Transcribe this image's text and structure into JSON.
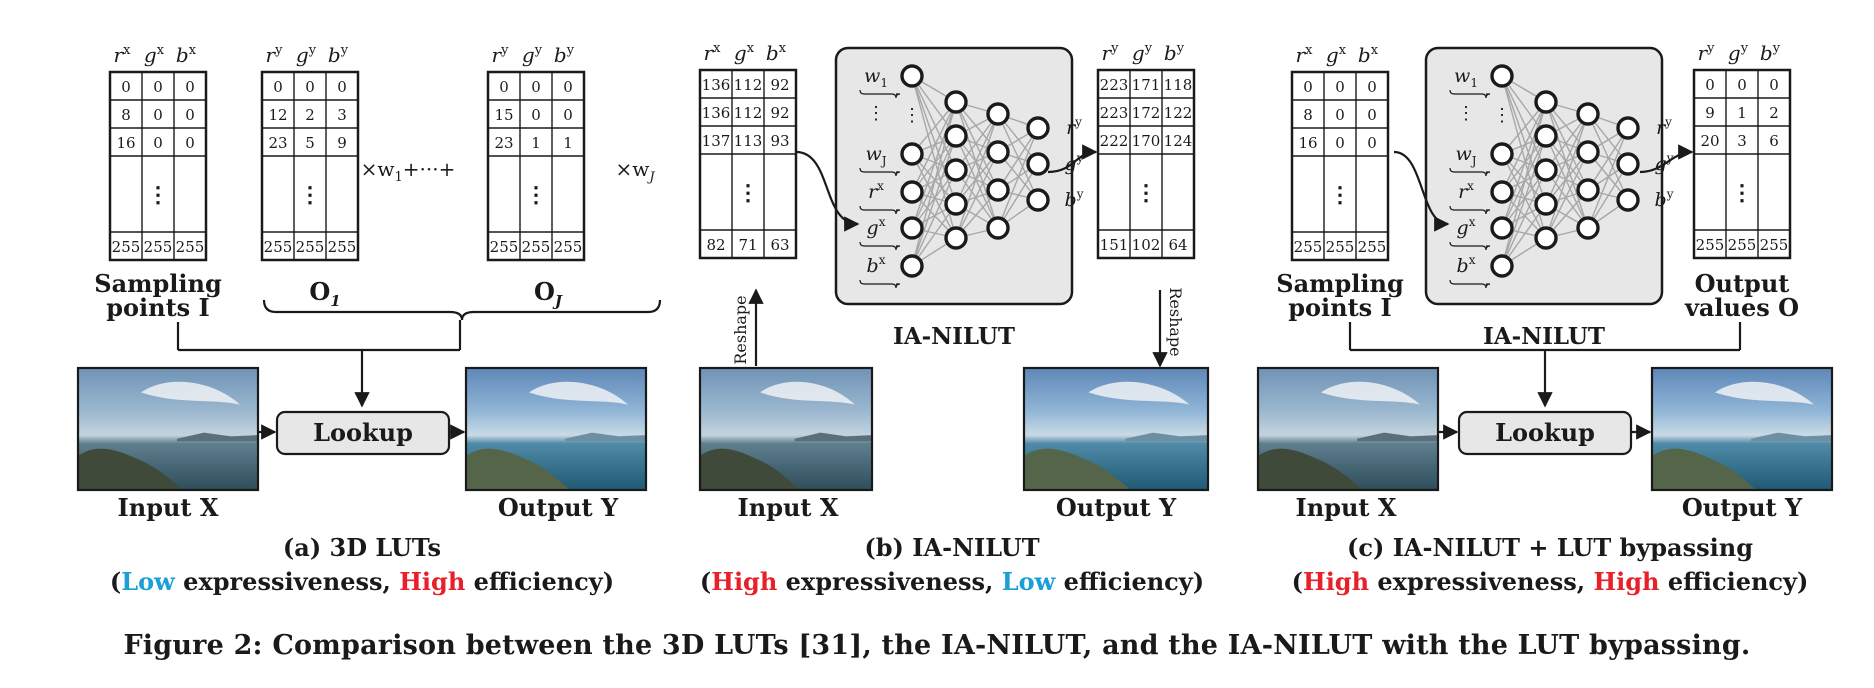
{
  "colors": {
    "low": "#1a9fd6",
    "high": "#e8202a",
    "panel": "#e7e7e7",
    "ink": "#1a1a1a"
  },
  "headers": {
    "in": [
      "r",
      "g",
      "b"
    ],
    "in_sup": "x",
    "out_sup": "y"
  },
  "panels": {
    "a": {
      "sampling": {
        "rows": [
          [
            "0",
            "0",
            "0"
          ],
          [
            "8",
            "0",
            "0"
          ],
          [
            "16",
            "0",
            "0"
          ]
        ],
        "last": [
          "255",
          "255",
          "255"
        ]
      },
      "o1": {
        "rows": [
          [
            "0",
            "0",
            "0"
          ],
          [
            "12",
            "2",
            "3"
          ],
          [
            "23",
            "5",
            "9"
          ]
        ],
        "last": [
          "255",
          "255",
          "255"
        ]
      },
      "oJ": {
        "rows": [
          [
            "0",
            "0",
            "0"
          ],
          [
            "15",
            "0",
            "0"
          ],
          [
            "23",
            "1",
            "1"
          ]
        ],
        "last": [
          "255",
          "255",
          "255"
        ]
      },
      "mult1": "×w",
      "mult1_sub": "1",
      "plus": "+···+",
      "mult2": "×w",
      "mult2_sub": "J",
      "label_sampling_1": "Sampling",
      "label_sampling_2": "points I",
      "label_o1": "O",
      "label_o1_sub": "1",
      "label_oJ": "O",
      "label_oJ_sub": "J",
      "lookup": "Lookup",
      "input": "Input X",
      "output": "Output Y",
      "title": "(a) 3D LUTs",
      "sub_open": "(",
      "sub_w1": "Low",
      "sub_mid": " expressiveness, ",
      "sub_w2": "High",
      "sub_end": " efficiency)"
    },
    "b": {
      "in_table": {
        "rows": [
          [
            "136",
            "112",
            "92"
          ],
          [
            "136",
            "112",
            "92"
          ],
          [
            "137",
            "113",
            "93"
          ]
        ],
        "last": [
          "82",
          "71",
          "63"
        ]
      },
      "out_table": {
        "rows": [
          [
            "223",
            "171",
            "118"
          ],
          [
            "223",
            "172",
            "122"
          ],
          [
            "222",
            "170",
            "124"
          ]
        ],
        "last": [
          "151",
          "102",
          "64"
        ]
      },
      "net_inputs": [
        "w1",
        "⋮",
        "wJ",
        "r",
        "g",
        "b"
      ],
      "net_outputs": [
        "r",
        "g",
        "b"
      ],
      "net_label": "IA-NILUT",
      "reshape": "Reshape",
      "input": "Input X",
      "output": "Output Y",
      "title": "(b) IA-NILUT",
      "sub_open": "(",
      "sub_w1": "High",
      "sub_mid": " expressiveness, ",
      "sub_w2": "Low",
      "sub_end": " efficiency)"
    },
    "c": {
      "sampling": {
        "rows": [
          [
            "0",
            "0",
            "0"
          ],
          [
            "8",
            "0",
            "0"
          ],
          [
            "16",
            "0",
            "0"
          ]
        ],
        "last": [
          "255",
          "255",
          "255"
        ]
      },
      "out_table": {
        "rows": [
          [
            "0",
            "0",
            "0"
          ],
          [
            "9",
            "1",
            "2"
          ],
          [
            "20",
            "3",
            "6"
          ]
        ],
        "last": [
          "255",
          "255",
          "255"
        ]
      },
      "net_label": "IA-NILUT",
      "label_sampling_1": "Sampling",
      "label_sampling_2": "points I",
      "label_output_1": "Output",
      "label_output_2": "values O",
      "lookup": "Lookup",
      "input": "Input X",
      "output": "Output Y",
      "title": "(c) IA-NILUT + LUT bypassing",
      "sub_open": "(",
      "sub_w1": "High",
      "sub_mid": " expressiveness, ",
      "sub_w2": "High",
      "sub_end": " efficiency)"
    }
  },
  "caption": "Figure 2: Comparison between the 3D LUTs [31], the IA-NILUT, and the IA-NILUT with the LUT bypassing."
}
